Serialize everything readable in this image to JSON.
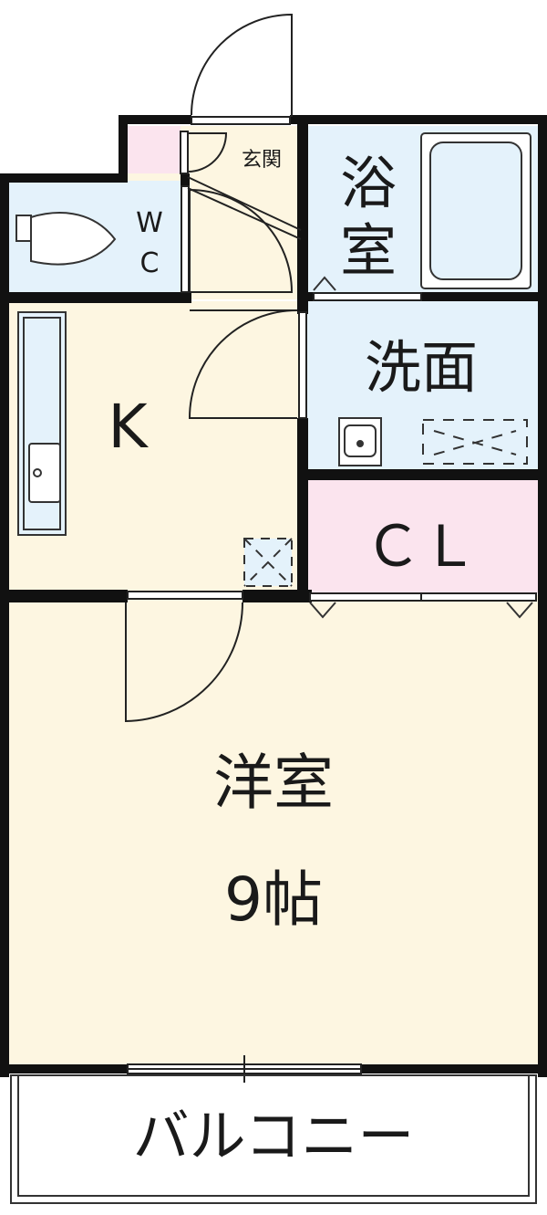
{
  "rooms": {
    "entrance": "玄関",
    "wc_top": "W",
    "wc_bottom": "C",
    "bath_top": "浴",
    "bath_bottom": "室",
    "washroom": "洗面",
    "kitchen": "K",
    "closet": "ＣＬ",
    "western_room": "洋室",
    "western_room_size": "9帖",
    "balcony": "バルコニー"
  },
  "colors": {
    "floor": "#fdf6e1",
    "wet_area": "#e4f2fb",
    "closet": "#fbe4ee",
    "entrance_tile": "#fbe4ee",
    "wall": "#111111"
  }
}
